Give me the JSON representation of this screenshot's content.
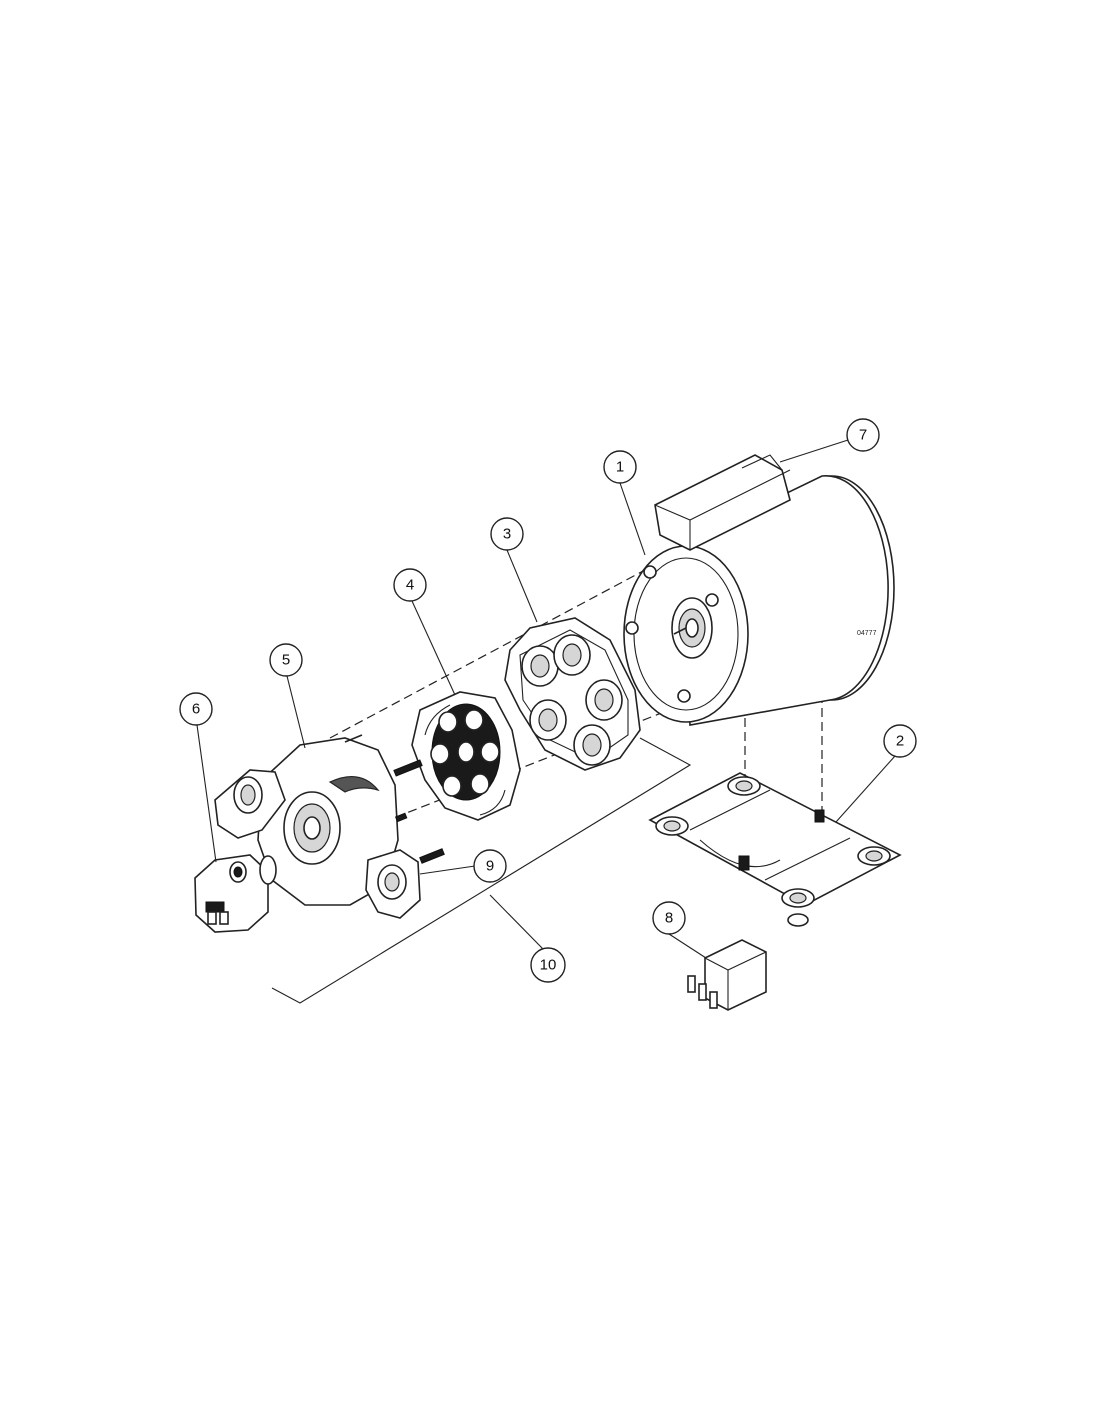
{
  "drawing": {
    "drawing_code": "04777",
    "callouts": [
      {
        "id": "1",
        "label": "1"
      },
      {
        "id": "2",
        "label": "2"
      },
      {
        "id": "3",
        "label": "3"
      },
      {
        "id": "4",
        "label": "4"
      },
      {
        "id": "5",
        "label": "5"
      },
      {
        "id": "6",
        "label": "6"
      },
      {
        "id": "7",
        "label": "7"
      },
      {
        "id": "8",
        "label": "8"
      },
      {
        "id": "9",
        "label": "9"
      },
      {
        "id": "10",
        "label": "10"
      }
    ]
  }
}
